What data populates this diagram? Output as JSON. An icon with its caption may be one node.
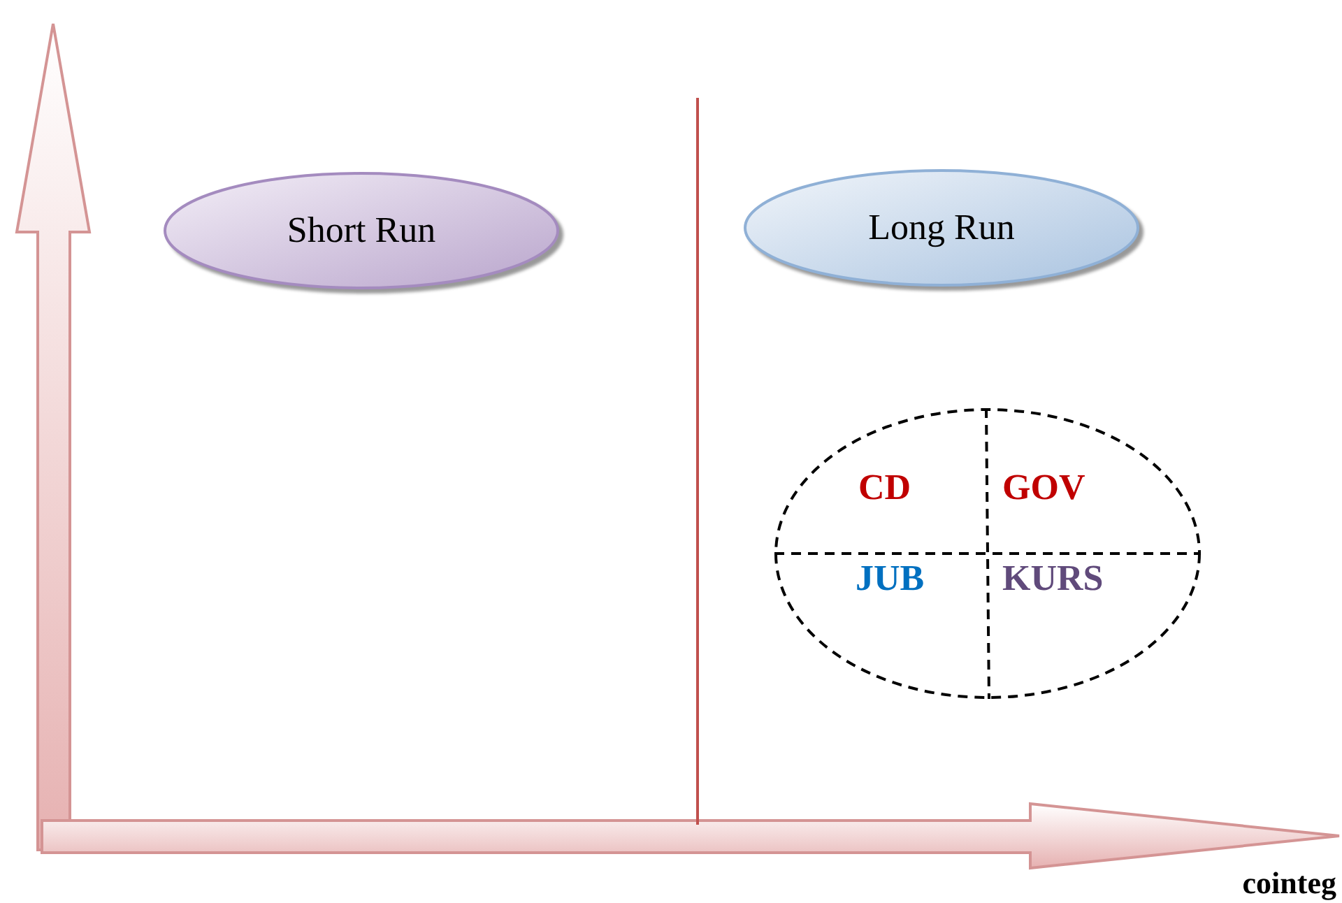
{
  "diagram": {
    "nodes": [
      {
        "text": [
          "Short Run"
        ]
      },
      {
        "text": [
          "Long Run"
        ]
      },
      {
        "text": [
          "CD",
          "GOV",
          "JUB",
          "KURS"
        ]
      }
    ],
    "edges": [],
    "labels": [
      "cointeg"
    ]
  }
}
